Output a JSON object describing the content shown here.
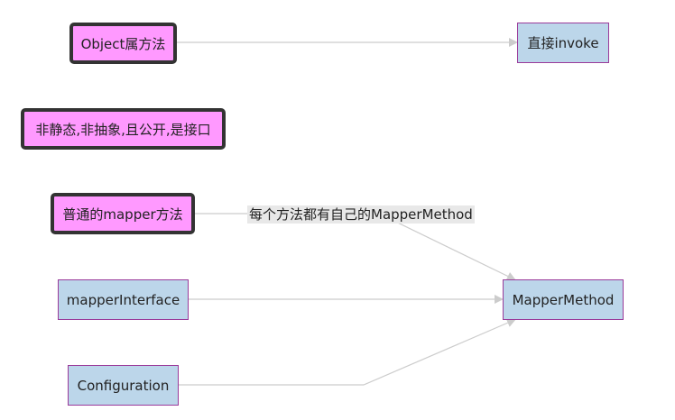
{
  "nodes": {
    "object_methods": "Object属方法",
    "direct_invoke": "直接invoke",
    "non_static": "非静态,非抽象,且公开,是接口",
    "normal_mapper": "普通的mapper方法",
    "mapper_interface": "mapperInterface",
    "mapper_method": "MapperMethod",
    "configuration": "Configuration"
  },
  "edge_labels": {
    "each_method": "每个方法都有自己的MapperMethod"
  },
  "colors": {
    "decision_fill": "#ff99ff",
    "decision_border": "#333333",
    "process_fill": "#bcd6ea",
    "process_border": "#9a3a9a",
    "edge": "#cccccc"
  }
}
